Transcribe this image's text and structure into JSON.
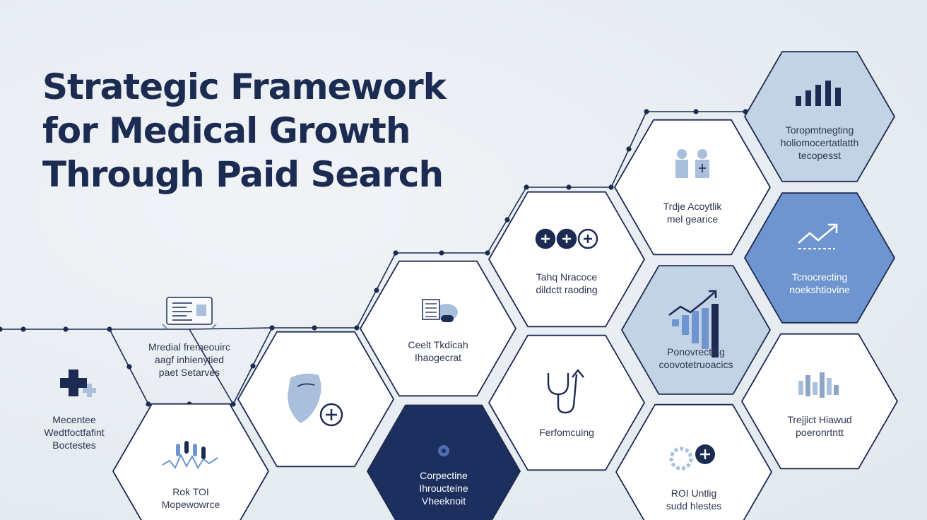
{
  "title": [
    "Strategic Framework",
    "for Medical Growth",
    "Through Paid Search"
  ],
  "colors": {
    "navy": "#1c2b52",
    "white_hex": "#ffffff",
    "light_blue_hex": "#c3d3e6",
    "mid_blue_hex": "#6e95cf",
    "dark_hex": "#1c2f5e",
    "accent_light": "#a9bfdc"
  },
  "nodes": [
    {
      "id": "medical-plus",
      "style": "none",
      "icon": "medical-plus-icon",
      "lines": [
        "Mecentee",
        "Wedtfoctfafint",
        "Boctestes"
      ]
    },
    {
      "id": "landing-page",
      "style": "none",
      "icon": "laptop-icon",
      "lines": [
        "Mredial fremeouirc",
        "aagf inhienytied",
        "paet Setarves"
      ]
    },
    {
      "id": "roi-performance",
      "style": "white",
      "icon": "waveform-icon",
      "lines": [
        "Rok TOI",
        "Mopewowrce"
      ]
    },
    {
      "id": "shield",
      "style": "white",
      "icon": "shield-plus-icon",
      "lines": []
    },
    {
      "id": "cloud-doc",
      "style": "white",
      "icon": "cloud-document-icon",
      "lines": [
        "Ceelt Tkdicah",
        "Ihaogecrat"
      ]
    },
    {
      "id": "competitive",
      "style": "dark",
      "icon": "location-pin-icon",
      "lines": [
        "Corpectine",
        "Ihroucteine",
        "Vheeknoit"
      ]
    },
    {
      "id": "tracking",
      "style": "white",
      "icon": "medical-buttons-icon",
      "lines": [
        "Tahq Nracoce",
        "dildctt raoding"
      ]
    },
    {
      "id": "performance",
      "style": "white",
      "icon": "stethoscope-icon",
      "lines": [
        "Ferfomcuing"
      ]
    },
    {
      "id": "audience",
      "style": "white",
      "icon": "people-icon",
      "lines": [
        "Trdje Acoytlik",
        "mel gearice"
      ]
    },
    {
      "id": "conversion",
      "style": "light",
      "icon": "bar-chart-arrow-icon",
      "lines": [
        "Ponovrecting",
        "coovotetruoacics"
      ]
    },
    {
      "id": "roi-unit",
      "style": "white",
      "icon": "gears-plus-icon",
      "lines": [
        "ROI Untlig",
        "sudd hlestes"
      ]
    },
    {
      "id": "targeting",
      "style": "light",
      "icon": "bar-chart-icon",
      "lines": [
        "Toropmtnegting",
        "holiomocertatlatth",
        "tecopesst"
      ]
    },
    {
      "id": "growth",
      "style": "mid",
      "icon": "trend-arrow-icon",
      "lines": [
        "Tcnocrecting",
        "noekshtiovine"
      ]
    },
    {
      "id": "budget",
      "style": "white",
      "icon": "data-bars-icon",
      "lines": [
        "Trejjict Hiawud",
        "poeronrtntt"
      ]
    }
  ]
}
